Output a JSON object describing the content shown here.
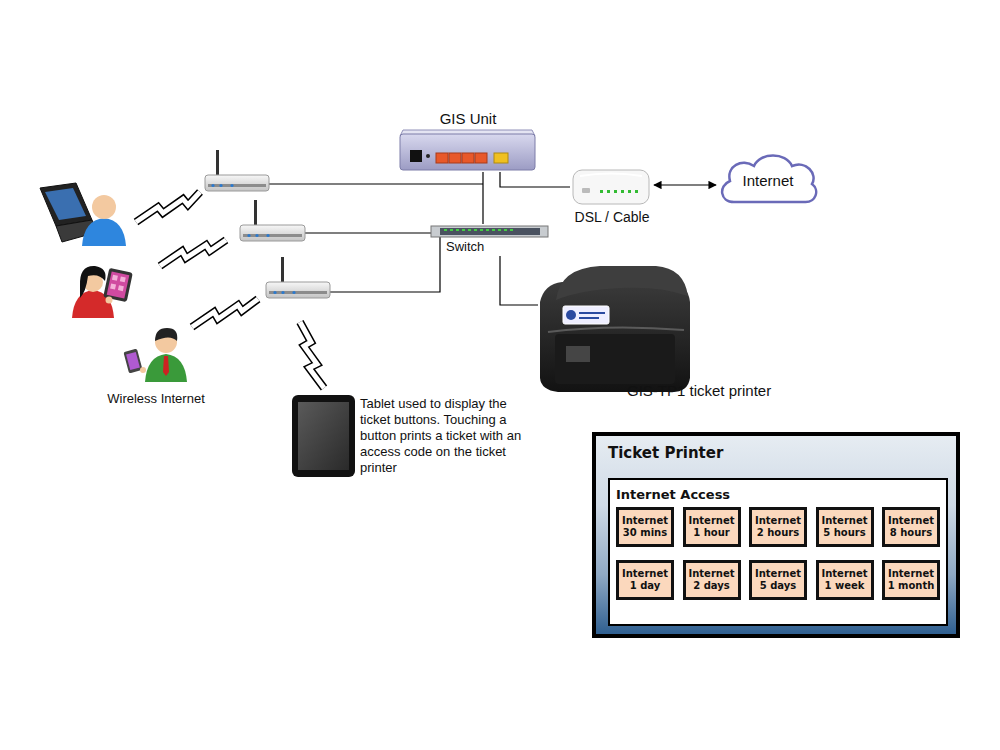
{
  "diagram": {
    "nodes": [
      {
        "text": [
          "GIS Unit"
        ]
      },
      {
        "text": [
          "DSL / Cable"
        ]
      },
      {
        "text": [
          "Internet"
        ]
      },
      {
        "text": [
          "Switch"
        ]
      },
      {
        "text": [
          "GIS-TP1 ticket printer"
        ]
      },
      {
        "text": [
          "Tablet used to display the ticket buttons. Touching a button prints a ticket with an access code on the ticket printer"
        ]
      },
      {
        "text": [
          "Ticket Printer"
        ]
      },
      {
        "text": [
          "Internet Access"
        ],
        "in": 6
      },
      {
        "text": [
          "Internet 30 mins"
        ],
        "in": 7
      },
      {
        "text": [
          "Internet 1 hour"
        ],
        "in": 7
      },
      {
        "text": [
          "Internet 2 hours"
        ],
        "in": 7
      },
      {
        "text": [
          "Internet 5 hours"
        ],
        "in": 7
      },
      {
        "text": [
          "Internet 8 hours"
        ],
        "in": 7
      },
      {
        "text": [
          "Internet 1 day"
        ],
        "in": 7
      },
      {
        "text": [
          "Internet 2 days"
        ],
        "in": 7
      },
      {
        "text": [
          "Internet 5 days"
        ],
        "in": 7
      },
      {
        "text": [
          "Internet 1 week"
        ],
        "in": 7
      },
      {
        "text": [
          "Internet 1 month"
        ],
        "in": 7
      }
    ],
    "edges": [
      {
        "from": 0,
        "to": 3,
        "arrow": "none"
      },
      {
        "from": 0,
        "to": 1,
        "arrow": "none"
      },
      {
        "from": 1,
        "to": 2,
        "arrow": "both"
      },
      {
        "from": 3,
        "to": 4,
        "arrow": "none"
      }
    ],
    "labels": [
      "Wireless Internet"
    ]
  }
}
